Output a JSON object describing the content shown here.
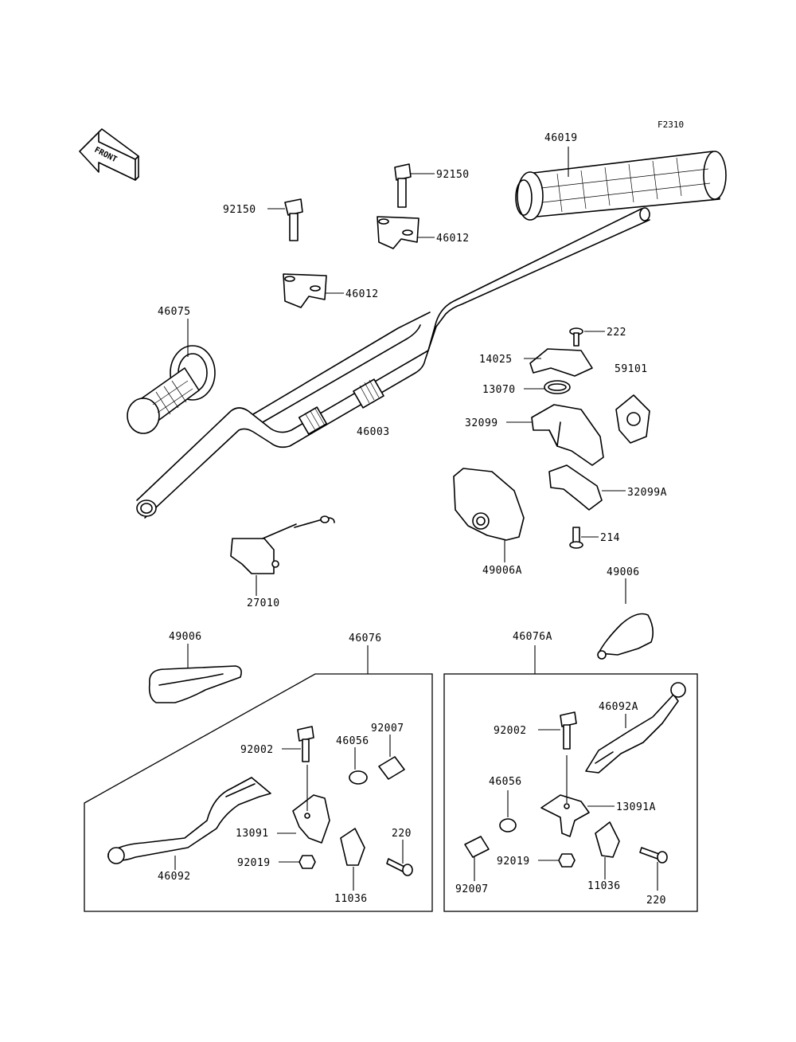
{
  "figure_id": "F2310",
  "front_arrow_text": "FRONT",
  "callouts": [
    {
      "id": "c-46019",
      "text": "46019"
    },
    {
      "id": "c-92150-a",
      "text": "92150"
    },
    {
      "id": "c-92150-b",
      "text": "92150"
    },
    {
      "id": "c-46012-a",
      "text": "46012"
    },
    {
      "id": "c-46012-b",
      "text": "46012"
    },
    {
      "id": "c-46075",
      "text": "46075"
    },
    {
      "id": "c-46003",
      "text": "46003"
    },
    {
      "id": "c-222",
      "text": "222"
    },
    {
      "id": "c-14025",
      "text": "14025"
    },
    {
      "id": "c-59101",
      "text": "59101"
    },
    {
      "id": "c-13070",
      "text": "13070"
    },
    {
      "id": "c-32099",
      "text": "32099"
    },
    {
      "id": "c-32099A",
      "text": "32099A"
    },
    {
      "id": "c-214",
      "text": "214"
    },
    {
      "id": "c-49006A",
      "text": "49006A"
    },
    {
      "id": "c-49006-a",
      "text": "49006"
    },
    {
      "id": "c-27010",
      "text": "27010"
    },
    {
      "id": "c-49006-b",
      "text": "49006"
    },
    {
      "id": "c-46076",
      "text": "46076"
    },
    {
      "id": "c-46076A",
      "text": "46076A"
    },
    {
      "id": "c-92007-a",
      "text": "92007"
    },
    {
      "id": "c-46056-a",
      "text": "46056"
    },
    {
      "id": "c-92002-a",
      "text": "92002"
    },
    {
      "id": "c-13091",
      "text": "13091"
    },
    {
      "id": "c-92019-a",
      "text": "92019"
    },
    {
      "id": "c-220-a",
      "text": "220"
    },
    {
      "id": "c-46092",
      "text": "46092"
    },
    {
      "id": "c-11036-a",
      "text": "11036"
    },
    {
      "id": "c-92002-b",
      "text": "92002"
    },
    {
      "id": "c-46092A",
      "text": "46092A"
    },
    {
      "id": "c-46056-b",
      "text": "46056"
    },
    {
      "id": "c-13091A",
      "text": "13091A"
    },
    {
      "id": "c-92007-b",
      "text": "92007"
    },
    {
      "id": "c-92019-b",
      "text": "92019"
    },
    {
      "id": "c-11036-b",
      "text": "11036"
    },
    {
      "id": "c-220-b",
      "text": "220"
    }
  ]
}
